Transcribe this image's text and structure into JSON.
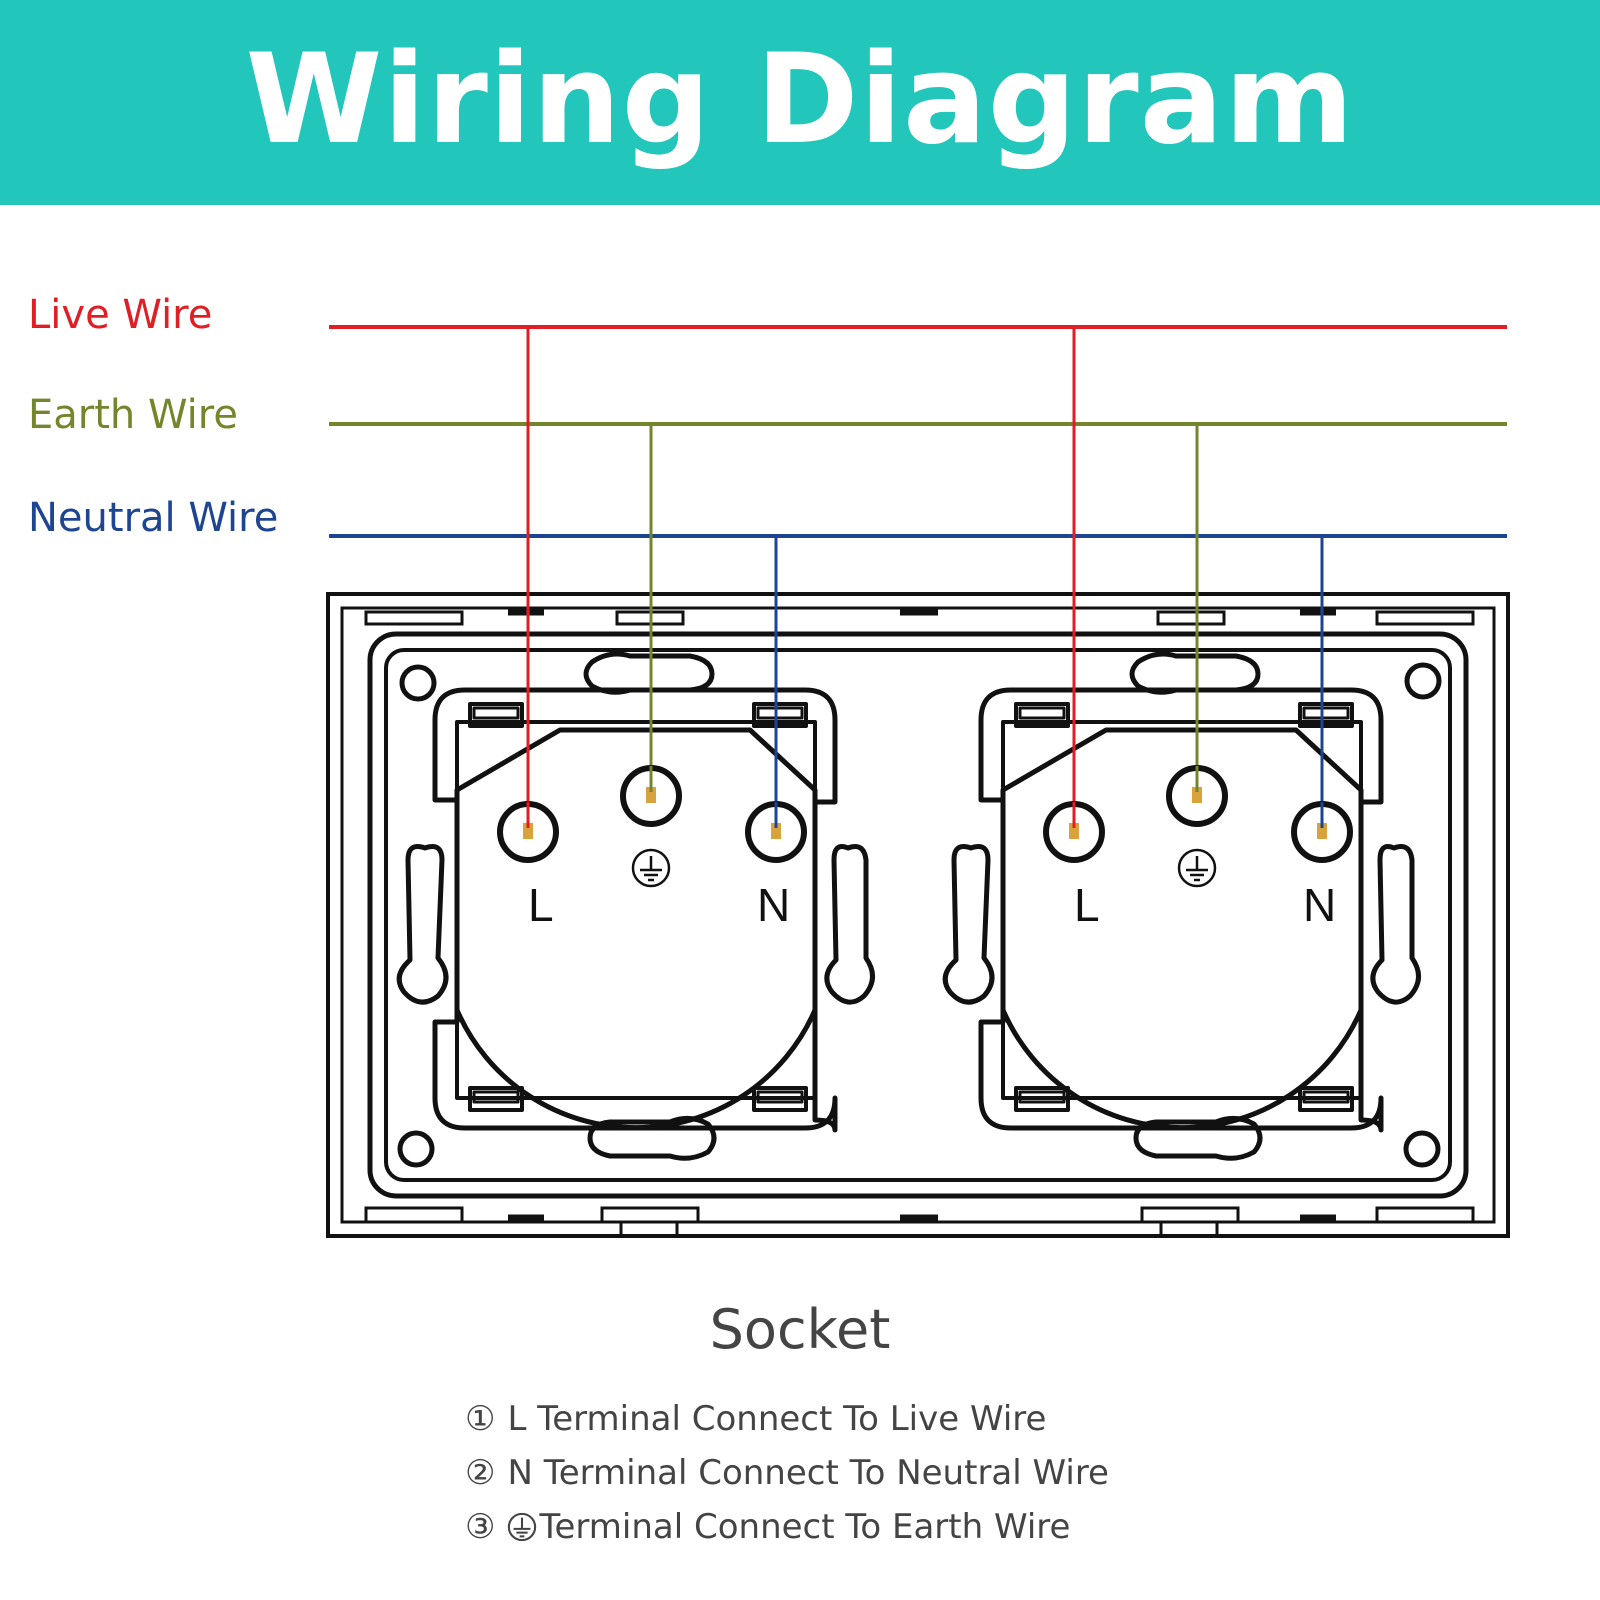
{
  "header": {
    "title": "Wiring Diagram"
  },
  "wires": [
    {
      "label": "Live Wire",
      "color": "#e01e26"
    },
    {
      "label": "Earth Wire",
      "color": "#74862c"
    },
    {
      "label": "Neutral Wire",
      "color": "#1e4592"
    }
  ],
  "sockets": [
    {
      "l_label": "L",
      "n_label": "N"
    },
    {
      "l_label": "L",
      "n_label": "N"
    }
  ],
  "caption": "Socket",
  "legend": [
    {
      "num": "①",
      "text": "L Terminal Connect To Live Wire"
    },
    {
      "num": "②",
      "text": "N Terminal Connect To Neutral Wire"
    },
    {
      "num": "③",
      "text": "Terminal Connect To Earth Wire"
    }
  ],
  "colors": {
    "header_bg": "#22c6bb",
    "terminal_core": "#d9a23a",
    "outline": "#111111"
  }
}
